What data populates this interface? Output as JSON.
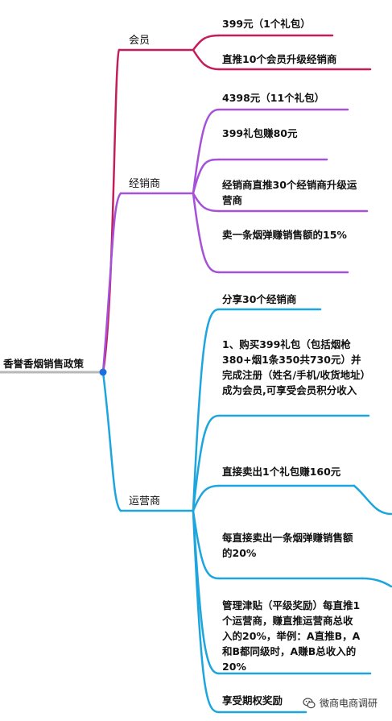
{
  "root": {
    "label": "香誉香烟销售政策"
  },
  "branches": [
    {
      "label": "会员",
      "color": "#c41e5a",
      "items": [
        "399元（1个礼包）",
        "直推10个会员升级经销商"
      ]
    },
    {
      "label": "经销商",
      "color": "#a652d8",
      "items": [
        "4398元（11个礼包）",
        "399礼包赚80元",
        "经销商直推30个经销商升级运营商",
        "卖一条烟弹赚销售额的15%"
      ]
    },
    {
      "label": "运营商",
      "color": "#1da6dd",
      "items": [
        "分享30个经销商",
        "1、购买399礼包（包括烟枪380+烟1条350共730元）并完成注册（姓名/手机/收货地址）成为会员,可享受会员积分收入",
        "直接卖出1个礼包赚160元",
        "每直接卖出一条烟弹赚销售额的20%",
        "管理津贴（平级奖励）每直推1个运营商，赚直推运营商总收入的20%，举例：A直推B，A和B都同级时，A赚B总收入的20%",
        "享受期权奖励"
      ]
    }
  ],
  "watermark": {
    "text": "微商电商调研",
    "icon": "wechat-icon"
  }
}
